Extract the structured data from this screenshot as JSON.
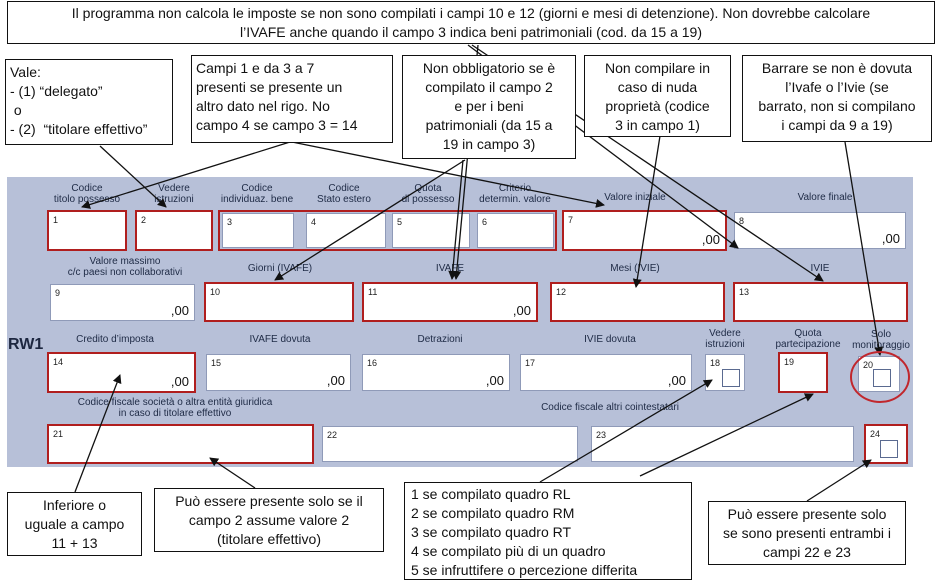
{
  "notes": {
    "top": {
      "line1": "Il programma non calcola le imposte se non sono compilati i campi 10 e 12 (giorni e mesi di detenzione). Non dovrebbe calcolare",
      "line2": "l’IVAFE anche quando il campo 3 indica beni patrimoniali (cod. da 15 a 19)"
    },
    "vale": {
      "l1": "Vale:",
      "l2": "- (1) “delegato”",
      "l3": " o",
      "l4": "- (2)  “titolare effettivo”"
    },
    "campi": {
      "l1": "Campi 1 e da 3 a 7",
      "l2": "presenti se presente un",
      "l3": "altro dato nel rigo. No",
      "l4": "campo 4 se campo 3 = 14"
    },
    "nonobbl": {
      "l1": "Non obbligatorio se è",
      "l2": "compilato il campo 2",
      "l3": "e per i beni",
      "l4": "patrimoniali (da 15 a",
      "l5": "19 in campo 3)"
    },
    "nuda": {
      "l1": "Non compilare in",
      "l2": "caso di nuda",
      "l3": "proprietà (codice",
      "l4": "3 in campo 1)"
    },
    "barrare": {
      "l1": "Barrare se non è dovuta",
      "l2": "l’Ivafe o l’Ivie (se",
      "l3": "barrato, non si compilano",
      "l4": "i campi da 9 a 19)"
    },
    "inferiore": {
      "l1": "Inferiore o",
      "l2": "uguale a campo",
      "l3": "11 + 13"
    },
    "puo2": {
      "l1": "Può essere presente solo se il",
      "l2": "campo 2 assume valore 2",
      "l3": "(titolare effettivo)"
    },
    "quadri": {
      "l1": "1 se compilato quadro RL",
      "l2": "2 se compilato quadro RM",
      "l3": "3 se compilato quadro RT",
      "l4": "4 se compilato più di un quadro",
      "l5": "5 se infruttifere o percezione differita"
    },
    "puo2223": {
      "l1": "Può essere presente solo",
      "l2": "se sono presenti entrambi i",
      "l3": "campi 22 e 23"
    }
  },
  "form": {
    "row_label": "RW1",
    "labels": {
      "l1a": "Codice",
      "l1b": "titolo possesso",
      "l2a": "Vedere",
      "l2b": "istruzioni",
      "l3a": "Codice",
      "l3b": "individuaz. bene",
      "l4a": "Codice",
      "l4b": "Stato estero",
      "l5a": "Quota",
      "l5b": "di possesso",
      "l6a": "Criterio",
      "l6b": "determin. valore",
      "l7": "Valore iniziale",
      "l8": "Valore finale",
      "l9a": "Valore massimo",
      "l9b": "c/c paesi non collaborativi",
      "l10": "Giorni (IVAFE)",
      "l11": "IVAFE",
      "l12": "Mesi (IVIE)",
      "l13": "IVIE",
      "l14": "Credito d’imposta",
      "l15": "IVAFE dovuta",
      "l16": "Detrazioni",
      "l17": "IVIE dovuta",
      "l18a": "Vedere",
      "l18b": "istruzioni",
      "l19a": "Quota",
      "l19b": "partecipazione",
      "l20a": "Solo",
      "l20b": "monitoraggio",
      "l21a": "Codice fiscale società o altra entità giuridica",
      "l21b": "in caso di titolare effettivo",
      "l22": "Codice fiscale altri cointestatari"
    },
    "fields": {
      "f1": "1",
      "f2": "2",
      "f3": "3",
      "f4": "4",
      "f5": "5",
      "f6": "6",
      "f7": "7",
      "f8": "8",
      "f9": "9",
      "f10": "10",
      "f11": "11",
      "f12": "12",
      "f13": "13",
      "f14": "14",
      "f15": "15",
      "f16": "16",
      "f17": "17",
      "f18": "18",
      "f19": "19",
      "f20": "20",
      "f21": "21",
      "f22": "22",
      "f23": "23",
      "f24": "24"
    },
    "zero": ",00"
  }
}
